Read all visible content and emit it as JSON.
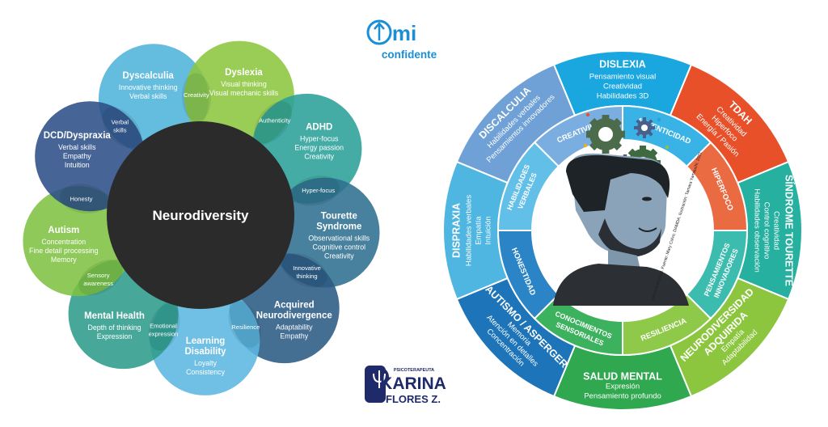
{
  "left": {
    "center": "Neurodiversity",
    "petals": [
      {
        "id": "dyscalculia",
        "title": [
          "Dyscalculia"
        ],
        "lines": [
          "Innovative thinking",
          "Verbal skills"
        ],
        "color": "#4fb3d9"
      },
      {
        "id": "dyslexia",
        "title": [
          "Dyslexia"
        ],
        "lines": [
          "Visual thinking",
          "Visual mechanic skills"
        ],
        "color": "#8cc63f"
      },
      {
        "id": "adhd",
        "title": [
          "ADHD"
        ],
        "lines": [
          "Hyper-focus",
          "Energy passion",
          "Creativity"
        ],
        "color": "#2aa198"
      },
      {
        "id": "tourette",
        "title": [
          "Tourette",
          "Syndrome"
        ],
        "lines": [
          "Observational skills",
          "Cognitive control",
          "Creativity"
        ],
        "color": "#2f6f8f"
      },
      {
        "id": "acquired",
        "title": [
          "Acquired",
          "Neurodivergence"
        ],
        "lines": [
          "Adaptability",
          "Empathy"
        ],
        "color": "#2b5a84"
      },
      {
        "id": "learning",
        "title": [
          "Learning",
          "Disability"
        ],
        "lines": [
          "Loyalty",
          "Consistency"
        ],
        "color": "#5bb7e0"
      },
      {
        "id": "mental",
        "title": [
          "Mental Health"
        ],
        "lines": [
          "Depth of thinking",
          "Expression"
        ],
        "color": "#2e9c8c"
      },
      {
        "id": "autism",
        "title": [
          "Autism"
        ],
        "lines": [
          "Concentration",
          "Fine detail processing",
          "Memory"
        ],
        "color": "#7ec242"
      },
      {
        "id": "dcd",
        "title": [
          "DCD/Dyspraxia"
        ],
        "lines": [
          "Verbal skills",
          "Empathy",
          "Intuition"
        ],
        "color": "#2c4f86"
      }
    ],
    "overlaps": [
      [
        "Creativity"
      ],
      [
        "Authenticity"
      ],
      [
        "Hyper-focus"
      ],
      [
        "Innovative",
        "thinking"
      ],
      [
        "Resilience"
      ],
      [
        "Emotional",
        "expression"
      ],
      [
        "Sensory",
        "awareness"
      ],
      [
        "Honesty"
      ],
      [
        "Verbal",
        "skills"
      ]
    ]
  },
  "logo_top": {
    "line1": "mi",
    "line2": "confidente"
  },
  "logo_bottom": {
    "small": "PSICOTERAPEUTA",
    "name": "KARINA",
    "surname": "FLORES Z."
  },
  "right": {
    "outer": [
      {
        "id": "discalculia",
        "title": "DISCALCULIA",
        "lines": [
          "Habilidades verbales",
          "Pensamientos innovadores"
        ],
        "color": "#6fa0d6"
      },
      {
        "id": "dislexia",
        "title": "DISLEXIA",
        "lines": [
          "Pensamiento visual",
          "Creatividad",
          "Habilidades 3D"
        ],
        "color": "#1aa7e0"
      },
      {
        "id": "tdah",
        "title": "TDAH",
        "lines": [
          "Creatividad",
          "Hiperfoco",
          "Energía / Pasión"
        ],
        "color": "#e8502a"
      },
      {
        "id": "tourette",
        "title": "SÍNDROME TOURETTE",
        "lines": [
          "Creatividad",
          "Control cognitivo",
          "Habilidades observación"
        ],
        "color": "#25b0a0"
      },
      {
        "id": "neuroadq",
        "title": "NEURODIVERSIDAD",
        "title2": "ADQUIRIDA",
        "lines": [
          "Empatía",
          "Adaptabilidad"
        ],
        "color": "#8cc63f"
      },
      {
        "id": "salud",
        "title": "SALUD MENTAL",
        "lines": [
          "Expresión",
          "Pensamiento profundo"
        ],
        "color": "#2fa84f"
      },
      {
        "id": "autismo",
        "title": "AUTISMO / ASPERGER",
        "lines": [
          "Memoria",
          "Atención en detalles",
          "Concentración"
        ],
        "color": "#1d74b8"
      },
      {
        "id": "dispraxia",
        "title": "DISPRAXIA",
        "lines": [
          "Habilidades verbales",
          "Empatía",
          "Intuición"
        ],
        "color": "#4fb6e2"
      }
    ],
    "inner": [
      {
        "label": "CREATIVIDAD",
        "color": "#7aaee0"
      },
      {
        "label": "AUTENTICIDAD",
        "color": "#39b2e6"
      },
      {
        "label": "HIPERFOCO",
        "color": "#ea6a42"
      },
      {
        "label": "PENSAMIENTOS INNOVADORES",
        "color": "#3cbcae"
      },
      {
        "label": "RESILIENCIA",
        "color": "#8ec94a"
      },
      {
        "label": "CONOCIMIENTOS SENSORIALES",
        "color": "#3db25e"
      },
      {
        "label": "HONESTIDAD",
        "color": "#2b84c6"
      },
      {
        "label": "HABILIDADES VERBALES",
        "color": "#62c0e8"
      }
    ],
    "credit": "Neurodiversidad. Fuente: Mary Colvo, DAMDA. Ilustración: Tamara Yamauchi. 2021"
  }
}
